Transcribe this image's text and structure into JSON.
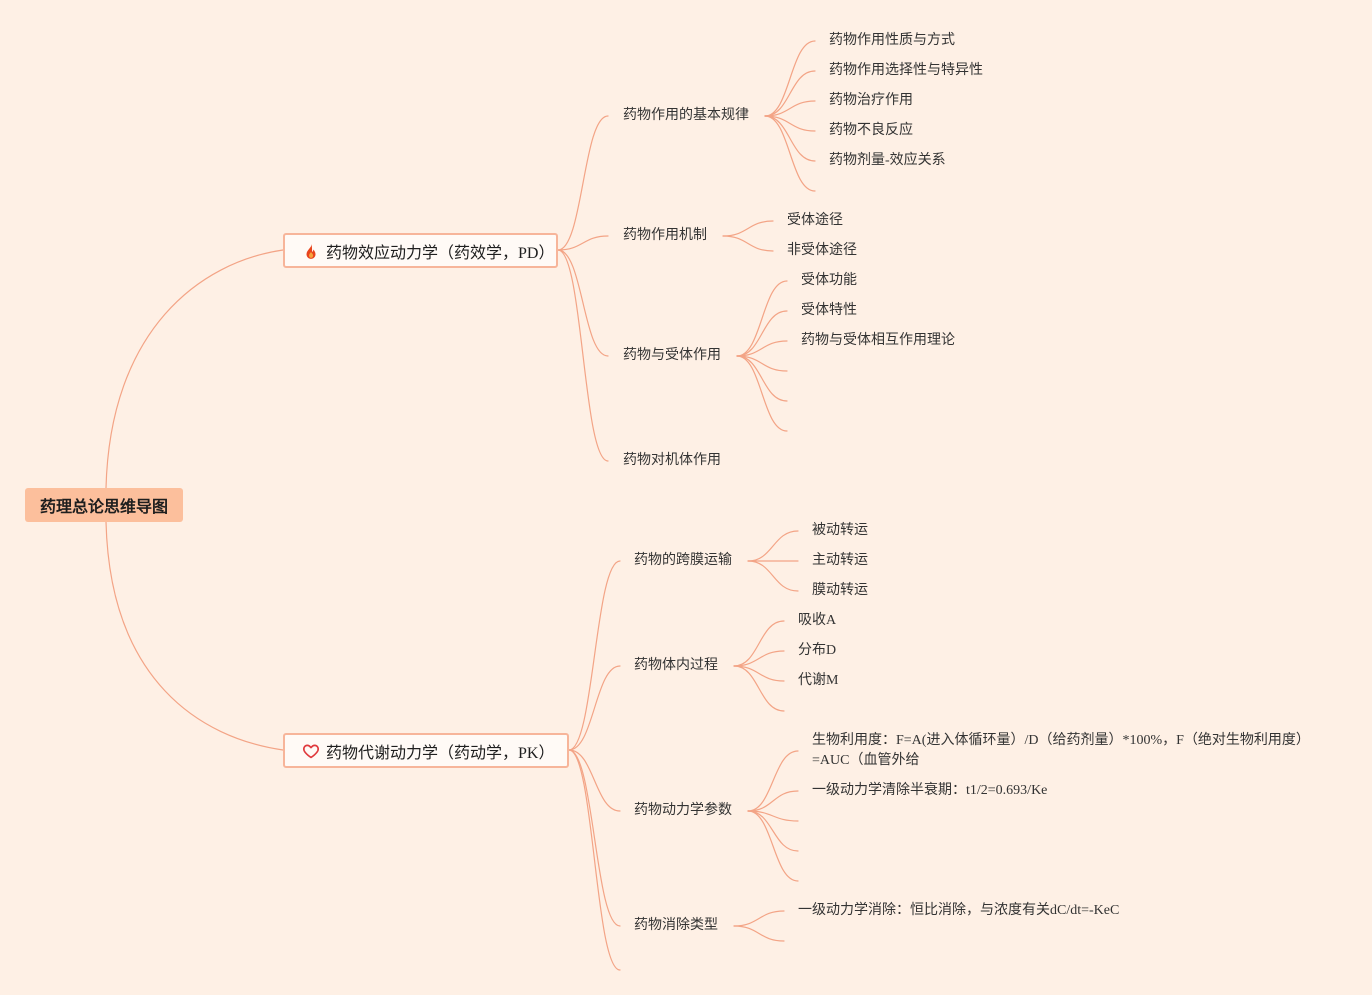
{
  "title": "药理总论思维导图",
  "colors": {
    "background": "#fef0e5",
    "root_fill": "#fcbf9c",
    "node_fill": "#fffaf6",
    "node_border": "#f7b59a",
    "connector": "#f3a486",
    "text": "#2b2b2b",
    "fire_icon": "#e8441c",
    "heart_icon": "#e03a3e"
  },
  "branches": [
    {
      "label": "药物效应动力学（药效学，PD）",
      "icon": "fire-icon",
      "children": [
        {
          "label": "药物作用的基本规律",
          "children": [
            "药物作用性质与方式",
            "药物作用选择性与特异性",
            "药物治疗作用",
            "药物不良反应",
            "药物剂量-效应关系",
            ""
          ]
        },
        {
          "label": "药物作用机制",
          "children": [
            "受体途径",
            "非受体途径"
          ]
        },
        {
          "label": "药物与受体作用",
          "children": [
            "受体功能",
            "受体特性",
            "药物与受体相互作用理论",
            "",
            "",
            ""
          ]
        },
        {
          "label": "药物对机体作用",
          "children": []
        }
      ]
    },
    {
      "label": "药物代谢动力学（药动学，PK）",
      "icon": "heart-outline-icon",
      "children": [
        {
          "label": "药物的跨膜运输",
          "children": [
            "被动转运",
            "主动转运",
            "膜动转运"
          ]
        },
        {
          "label": "药物体内过程",
          "children": [
            "吸收A",
            "分布D",
            "代谢M",
            ""
          ]
        },
        {
          "label": "药物动力学参数",
          "children": [
            "生物利用度：F=A(进入体循环量）/D（给药剂量）*100%，F（绝对生物利用度）=AUC（血管外给",
            "一级动力学清除半衰期：t1/2=0.693/Ke",
            "",
            "",
            ""
          ]
        },
        {
          "label": "药物消除类型",
          "children": [
            "一级动力学消除：恒比消除，与浓度有关dC/dt=-KeC",
            ""
          ]
        },
        {
          "label": "",
          "children": []
        }
      ]
    }
  ]
}
